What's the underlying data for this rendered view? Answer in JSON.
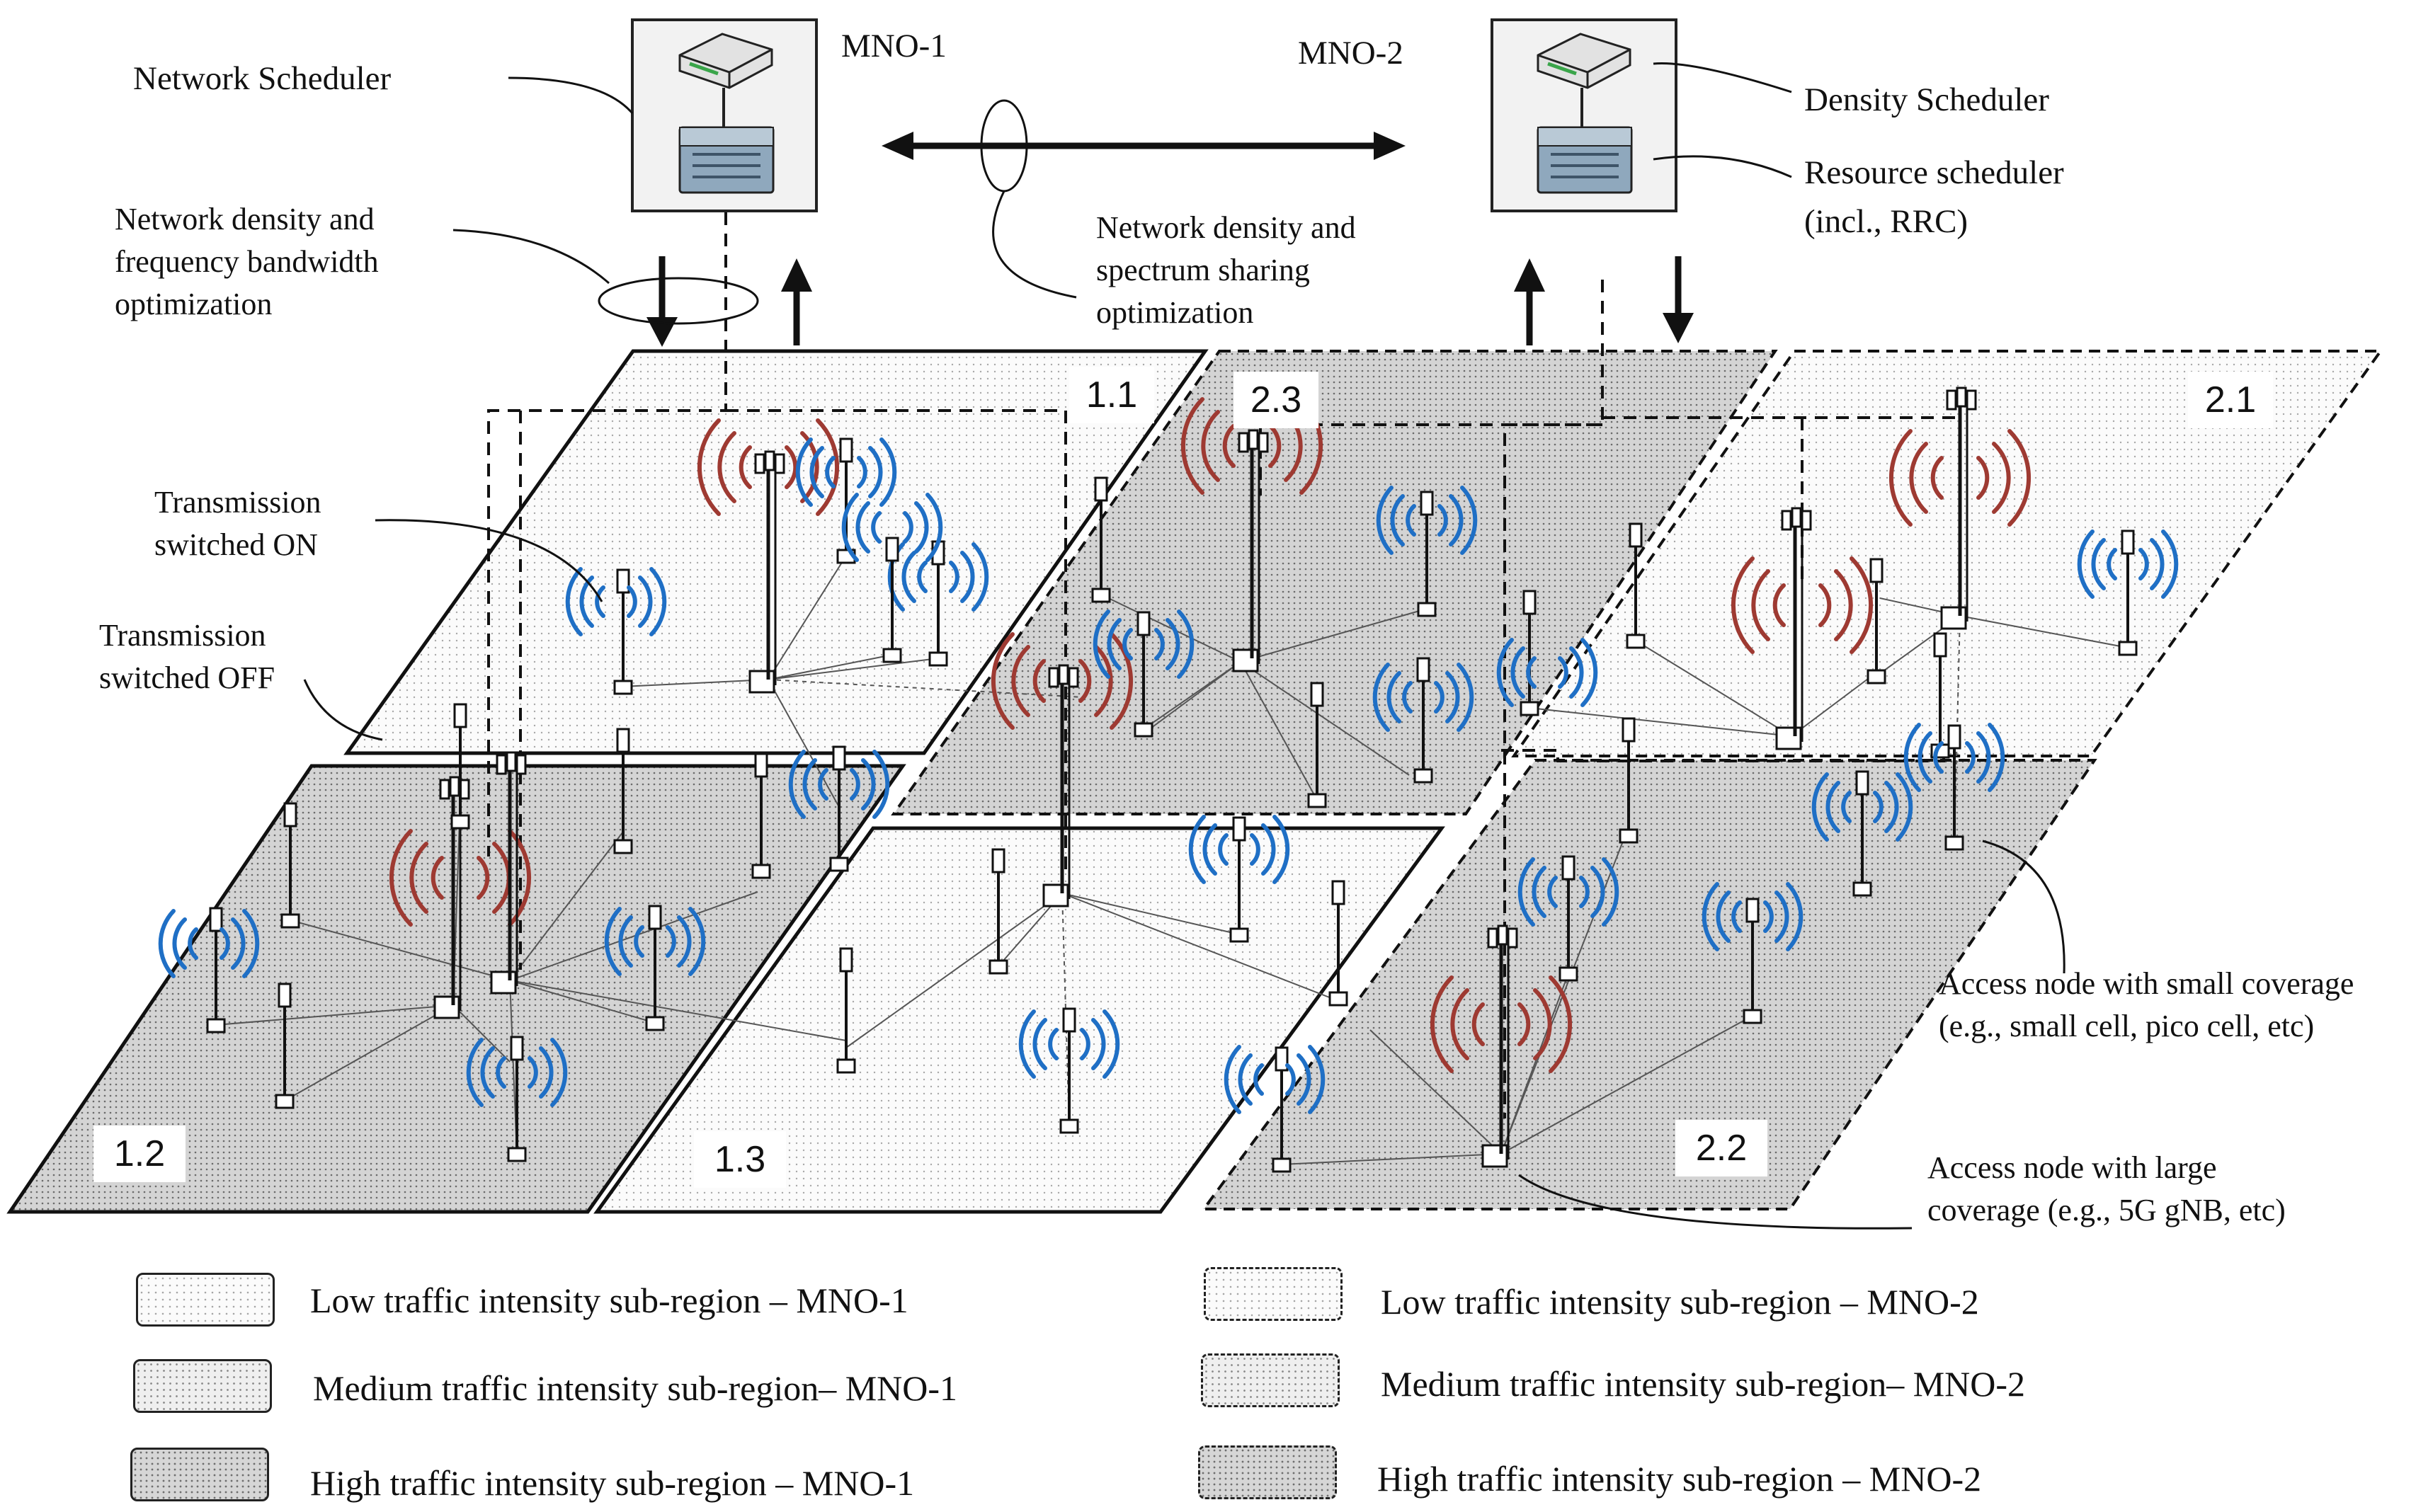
{
  "operators": {
    "mno1": "MNO-1",
    "mno2": "MNO-2"
  },
  "labels": {
    "network_scheduler": "Network Scheduler",
    "density_scheduler": "Density Scheduler",
    "resource_scheduler": "Resource scheduler",
    "resource_scheduler_note": "(incl., RRC)",
    "mno1_optimization": [
      "Network density and",
      "frequency bandwidth",
      "optimization"
    ],
    "sharing_optimization": [
      "Network density and",
      "spectrum sharing",
      "optimization"
    ],
    "transmission_on": [
      "Transmission",
      "switched ON"
    ],
    "transmission_off": [
      "Transmission",
      "switched OFF"
    ],
    "small_node": [
      "Access node with small coverage",
      "(e.g., small cell, pico cell, etc)"
    ],
    "large_node": [
      "Access node with large",
      "coverage  (e.g., 5G gNB, etc)"
    ]
  },
  "regions": [
    {
      "id": "1.1",
      "operator": "MNO-1",
      "intensity": "low"
    },
    {
      "id": "1.2",
      "operator": "MNO-1",
      "intensity": "high"
    },
    {
      "id": "1.3",
      "operator": "MNO-1",
      "intensity": "low"
    },
    {
      "id": "2.1",
      "operator": "MNO-2",
      "intensity": "low"
    },
    {
      "id": "2.2",
      "operator": "MNO-2",
      "intensity": "high"
    },
    {
      "id": "2.3",
      "operator": "MNO-2",
      "intensity": "high"
    }
  ],
  "legend": [
    {
      "text": "Low traffic intensity sub-region – MNO-1",
      "fill": "low",
      "border": "solid"
    },
    {
      "text": "Medium traffic intensity sub-region– MNO-1",
      "fill": "medium",
      "border": "solid"
    },
    {
      "text": "High traffic intensity sub-region – MNO-1",
      "fill": "high",
      "border": "solid"
    },
    {
      "text": "Low traffic intensity sub-region – MNO-2",
      "fill": "low",
      "border": "dashed"
    },
    {
      "text": "Medium traffic intensity sub-region– MNO-2",
      "fill": "medium",
      "border": "dashed"
    },
    {
      "text": "High traffic intensity sub-region – MNO-2",
      "fill": "high",
      "border": "dashed"
    }
  ],
  "colors": {
    "large_node_signal": "#9e3a32",
    "small_node_signal": "#1f6fc5",
    "outline": "#111111"
  }
}
